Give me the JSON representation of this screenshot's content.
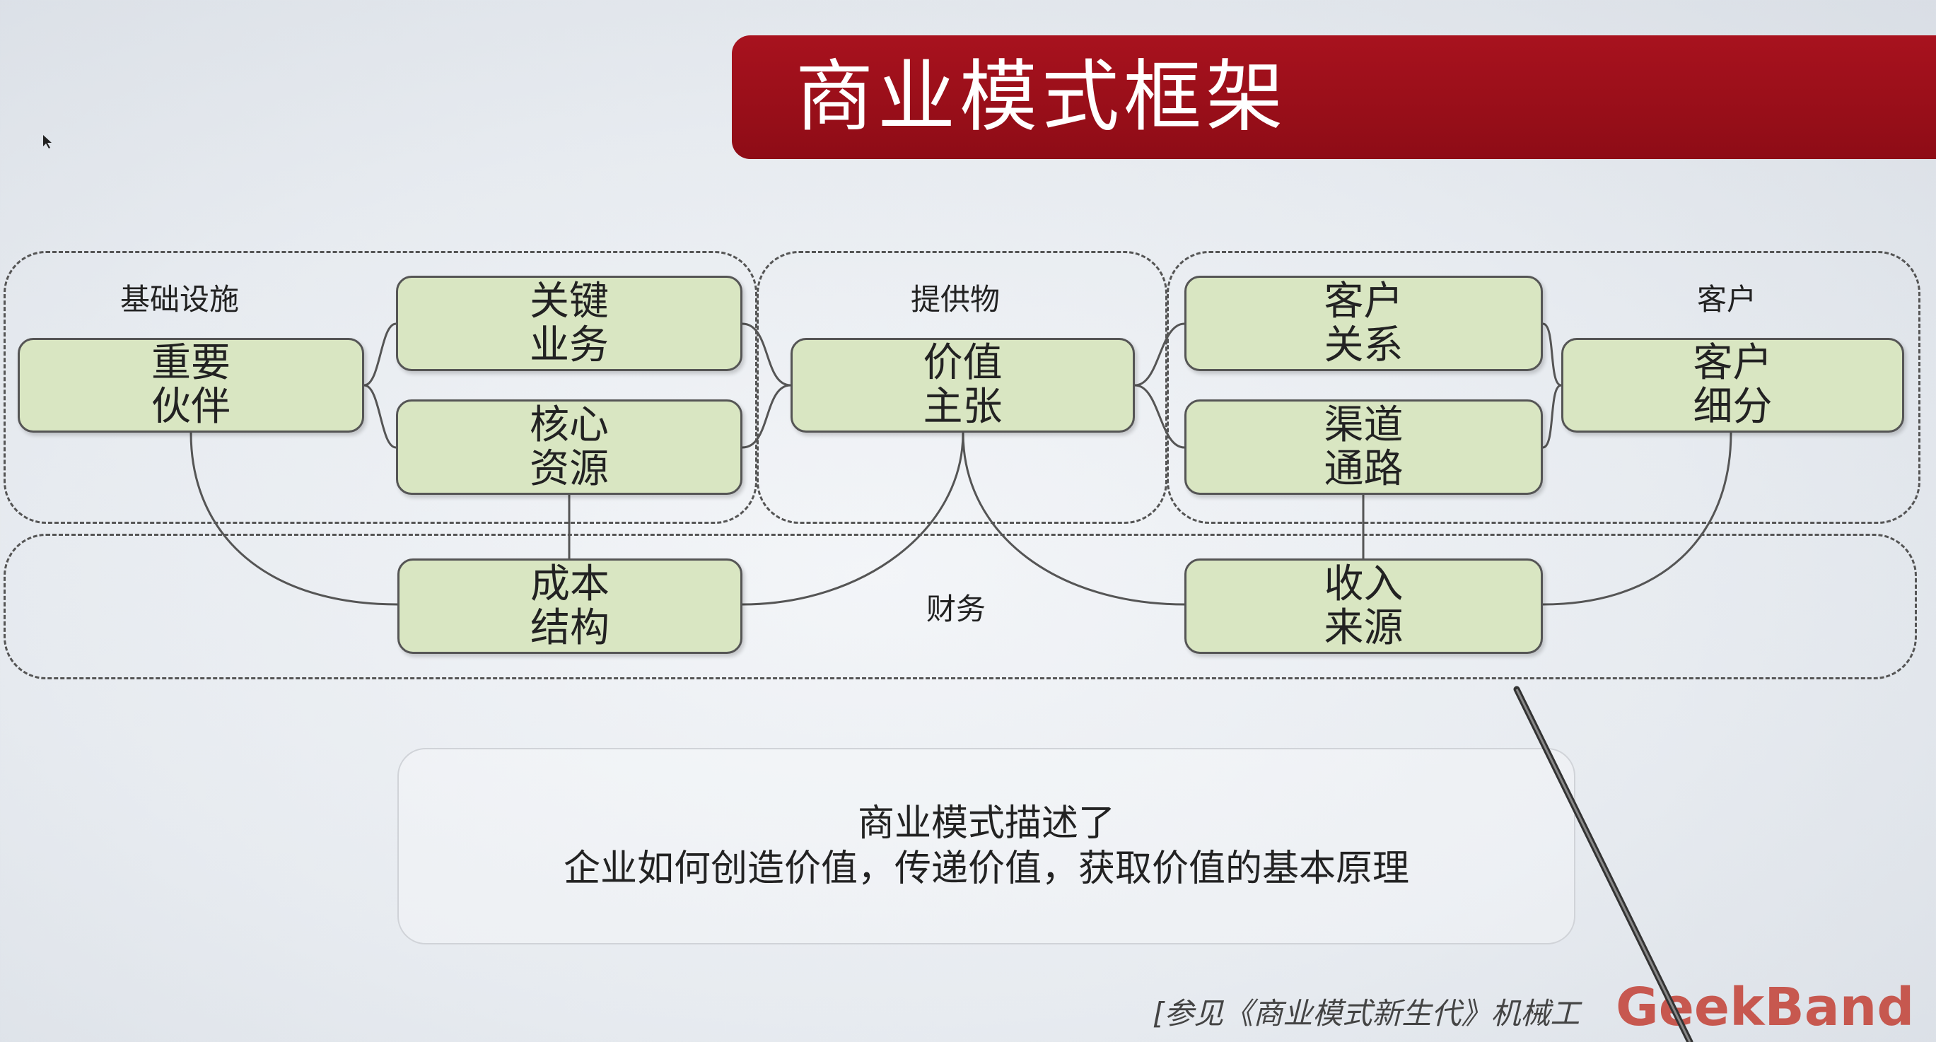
{
  "title": "商业模式框架",
  "groups": {
    "infrastructure": "基础设施",
    "offering": "提供物",
    "customer": "客户",
    "finance": "财务"
  },
  "blocks": {
    "key_partners": [
      "重要",
      "伙伴"
    ],
    "key_activities": [
      "关键",
      "业务"
    ],
    "key_resources": [
      "核心",
      "资源"
    ],
    "value_proposition": [
      "价值",
      "主张"
    ],
    "customer_relationships": [
      "客户",
      "关系"
    ],
    "channels": [
      "渠道",
      "通路"
    ],
    "customer_segments": [
      "客户",
      "细分"
    ],
    "cost_structure": [
      "成本",
      "结构"
    ],
    "revenue_streams": [
      "收入",
      "来源"
    ]
  },
  "summary": {
    "line1": "商业模式描述了",
    "line2": "企业如何创造价值，传递价值，获取价值的基本原理"
  },
  "citation": "[参见《商业模式新生代》机械工",
  "watermark": "GeekBand",
  "colors": {
    "title_bg": "#9a0f1a",
    "block_fill": "#d9e6c2",
    "line": "#555555"
  }
}
